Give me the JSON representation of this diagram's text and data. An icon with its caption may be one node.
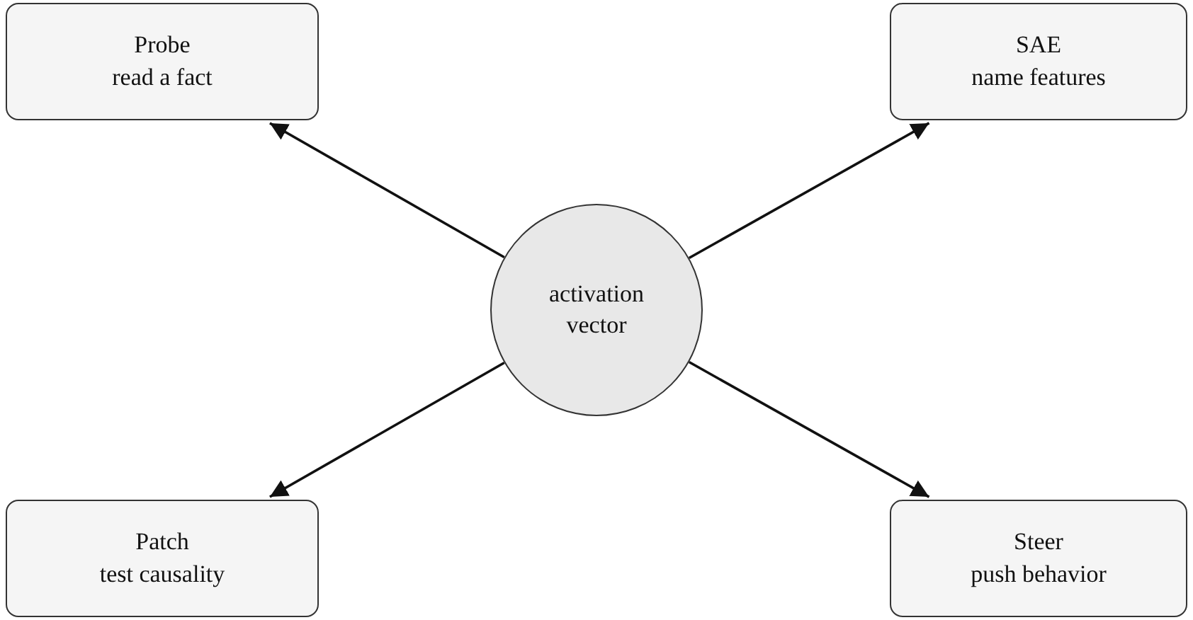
{
  "diagram": {
    "nodes": [
      {
        "text": [
          "activation vector"
        ]
      },
      {
        "text": [
          "Probe",
          "read a fact"
        ]
      },
      {
        "text": [
          "SAE",
          "name features"
        ]
      },
      {
        "text": [
          "Patch",
          "test causality"
        ]
      },
      {
        "text": [
          "Steer",
          "push behavior"
        ]
      }
    ],
    "edges": [
      {
        "from": 0,
        "to": 1,
        "arrow": "to"
      },
      {
        "from": 0,
        "to": 2,
        "arrow": "to"
      },
      {
        "from": 0,
        "to": 3,
        "arrow": "to"
      },
      {
        "from": 0,
        "to": 4,
        "arrow": "to"
      }
    ]
  }
}
